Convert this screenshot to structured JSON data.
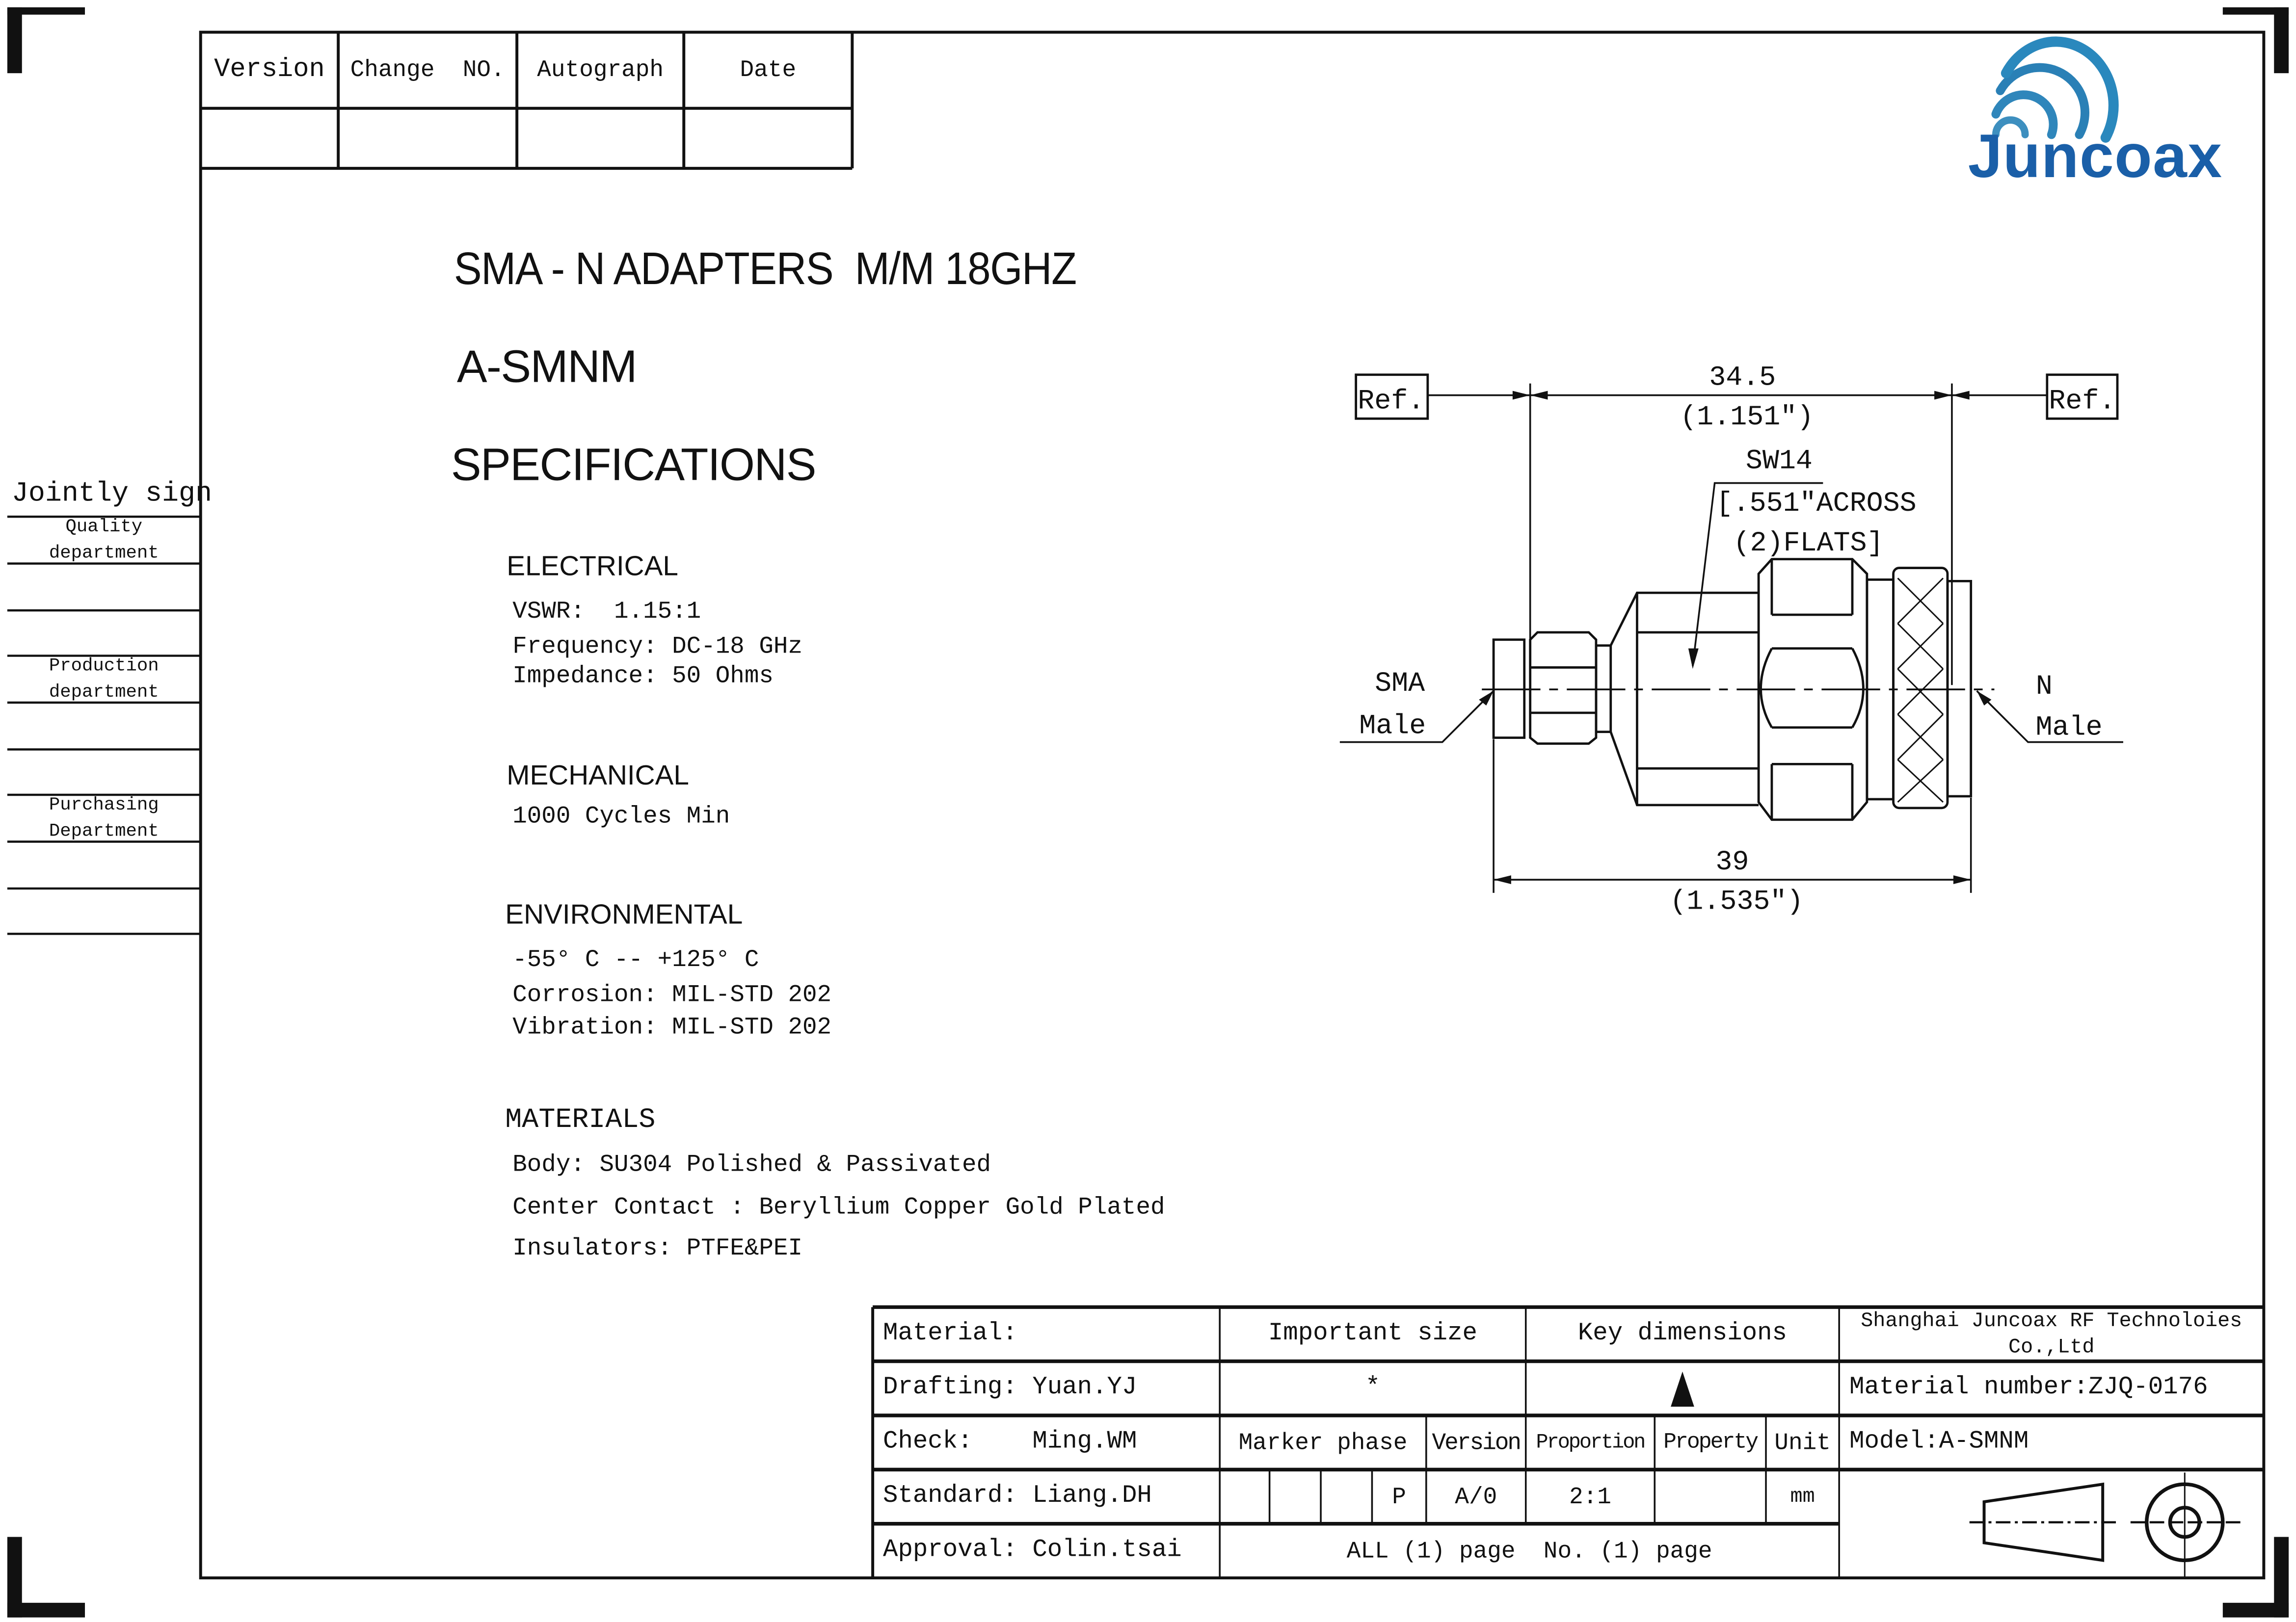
{
  "revision_table": {
    "headers": [
      "Version",
      "Change  NO.",
      "Autograph",
      "Date"
    ]
  },
  "logo": {
    "text": "Juncoax",
    "color": "#1a5fa8",
    "arc_color": "#2a8fc0"
  },
  "sidebar": {
    "title": "Jointly sign",
    "items": [
      {
        "label": "Quality department"
      },
      {
        "label": "Production department"
      },
      {
        "label": "Purchasing Department"
      }
    ]
  },
  "header": {
    "title": "SMA - N ADAPTERS  M/M 18GHZ",
    "model": "A-SMNM",
    "specs_heading": "SPECIFICATIONS"
  },
  "specs": {
    "electrical": {
      "heading": "ELECTRICAL",
      "lines": [
        "VSWR:  1.15:1",
        "Frequency: DC-18 GHz",
        "Impedance: 50 Ohms"
      ]
    },
    "mechanical": {
      "heading": "MECHANICAL",
      "lines": [
        "1000 Cycles Min"
      ]
    },
    "environmental": {
      "heading": "ENVIRONMENTAL",
      "lines": [
        "-55° C -- +125° C",
        "Corrosion: MIL-STD 202",
        "Vibration: MIL-STD 202"
      ]
    },
    "materials": {
      "heading": "MATERIALS",
      "lines": [
        "Body: SU304 Polished & Passivated",
        "Center Contact : Beryllium Copper Gold Plated",
        "Insulators: PTFE&PEI"
      ]
    }
  },
  "drawing": {
    "ref_left": "Ref.",
    "ref_right": "Ref.",
    "dim_top": "34.5",
    "dim_top_in": "(1.151\")",
    "wrench": "SW14",
    "wrench_note_1": "[.551\"ACROSS",
    "wrench_note_2": "(2)FLATS]",
    "dim_bottom": "39",
    "dim_bottom_in": "(1.535\")",
    "left_label_1": "SMA",
    "left_label_2": "Male",
    "right_label_1": "N",
    "right_label_2": "Male"
  },
  "title_block": {
    "material": "Material:",
    "important_size": "Important size",
    "key_dimensions": "Key dimensions",
    "company": "Shanghai Juncoax RF Technoloies",
    "company_2": "Co.,Ltd",
    "drafting": "Drafting: Yuan.YJ",
    "important_mark": "*",
    "material_number": "Material number:ZJQ-0176",
    "check": "Check:    Ming.WM",
    "marker_phase": "Marker phase",
    "version": "Version",
    "proportion": "Proportion",
    "property": "Property",
    "unit": "Unit",
    "model": "Model:A-SMNM",
    "standard": "Standard: Liang.DH",
    "phase_value": "P",
    "version_value": "A/0",
    "proportion_value": "2:1",
    "unit_value": "mm",
    "approval": "Approval: Colin.tsai",
    "pages": "ALL (1) page  No. (1) page"
  }
}
